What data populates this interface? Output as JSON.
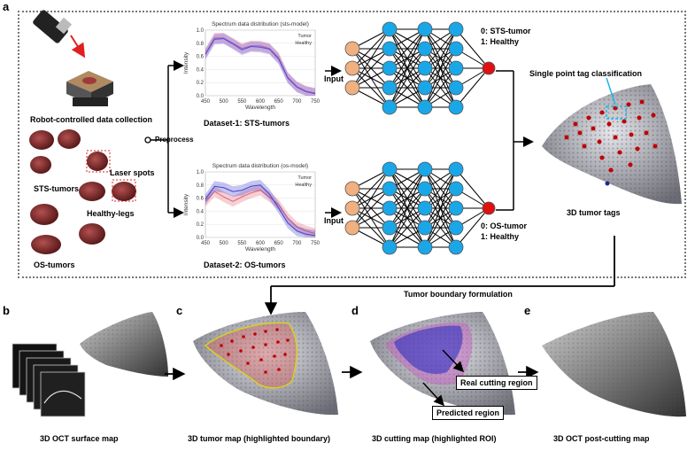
{
  "panel_letters": {
    "a": "a",
    "b": "b",
    "c": "c",
    "d": "d",
    "e": "e"
  },
  "top": {
    "robot_caption": "Robot-controlled data collection",
    "preprocess": "Preprocess",
    "sts_tumors": "STS-tumors",
    "laser_spots": "Laser spots",
    "healthy_legs": "Healthy-legs",
    "os_tumors": "OS-tumors",
    "dataset1": "Dataset-1: STS-tumors",
    "dataset2": "Dataset-2: OS-tumors",
    "input1": "Input",
    "input2": "Input",
    "out1_line1": "0: STS-tumor",
    "out1_line2": "1: Healthy",
    "out2_line1": "0: OS-tumor",
    "out2_line2": "1: Healthy",
    "single_point": "Single point tag classification",
    "tags_caption": "3D tumor tags",
    "boundary_formulation": "Tumor boundary formulation"
  },
  "chart_data": [
    {
      "type": "line",
      "title": "Spectrum data distribution (sts-model)",
      "xlabel": "Wavelength",
      "ylabel": "Intensity",
      "xlim": [
        450,
        750
      ],
      "ylim": [
        0,
        1.0
      ],
      "xticks": [
        "450",
        "500",
        "550",
        "600",
        "650",
        "700",
        "750"
      ],
      "yticks": [
        "0.0",
        "0.2",
        "0.4",
        "0.6",
        "0.8",
        "1.0"
      ],
      "legend": [
        "Tumor",
        "Healthy"
      ],
      "legend_position": "top-right",
      "x": [
        450,
        475,
        500,
        525,
        550,
        575,
        600,
        625,
        650,
        675,
        700,
        725,
        750
      ],
      "series": [
        {
          "name": "Tumor",
          "color": "#e0607a",
          "values": [
            0.64,
            0.88,
            0.88,
            0.8,
            0.72,
            0.76,
            0.76,
            0.72,
            0.58,
            0.28,
            0.14,
            0.07,
            0.04
          ]
        },
        {
          "name": "Healthy",
          "color": "#5050e0",
          "values": [
            0.63,
            0.86,
            0.87,
            0.79,
            0.7,
            0.75,
            0.74,
            0.71,
            0.56,
            0.27,
            0.13,
            0.06,
            0.03
          ]
        }
      ]
    },
    {
      "type": "line",
      "title": "Spectrum data distribution (os-model)",
      "xlabel": "Wavelength",
      "ylabel": "Intensity",
      "xlim": [
        450,
        750
      ],
      "ylim": [
        0,
        1.0
      ],
      "xticks": [
        "450",
        "500",
        "550",
        "600",
        "650",
        "700",
        "750"
      ],
      "yticks": [
        "0.0",
        "0.2",
        "0.4",
        "0.6",
        "0.8",
        "1.0"
      ],
      "legend": [
        "Tumor",
        "Healthy"
      ],
      "legend_position": "top-right",
      "x": [
        450,
        475,
        500,
        525,
        550,
        575,
        600,
        625,
        650,
        675,
        700,
        725,
        750
      ],
      "series": [
        {
          "name": "Tumor",
          "color": "#e06070",
          "values": [
            0.55,
            0.7,
            0.62,
            0.55,
            0.62,
            0.68,
            0.72,
            0.62,
            0.5,
            0.3,
            0.16,
            0.1,
            0.06
          ]
        },
        {
          "name": "Healthy",
          "color": "#4040d0",
          "values": [
            0.58,
            0.78,
            0.76,
            0.7,
            0.72,
            0.78,
            0.8,
            0.66,
            0.45,
            0.22,
            0.1,
            0.05,
            0.03
          ]
        }
      ]
    }
  ],
  "bottom": {
    "cap_b": "3D OCT surface map",
    "cap_c": "3D tumor map (highlighted boundary)",
    "cap_d": "3D cutting map (highlighted ROI)",
    "cap_e": "3D OCT post-cutting map",
    "real_cutting": "Real cutting region",
    "predicted": "Predicted region"
  },
  "colors": {
    "input_node": "#f0b07f",
    "hidden_node": "#1aa7e8",
    "output_node": "#e01010",
    "tumor_dot": "#c00000",
    "highlight_box": "#19b6e8"
  }
}
